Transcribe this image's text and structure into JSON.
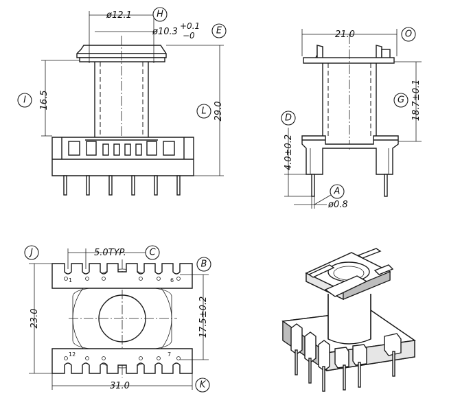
{
  "dimensions": {
    "inner_diameter": "ø12.1",
    "core_diameter": "ø10.3",
    "core_tol_plus": "+0.1",
    "core_tol_minus": "−0",
    "height_upper": "16.5",
    "height_total": "29.0",
    "top_width": "21.0",
    "side_height": "18.7±0.1",
    "pin_length": "4.0±0.2",
    "pin_diameter": "ø0.8",
    "pin_pitch": "5.0TYP.",
    "row_spacing": "17.5±0.2",
    "depth": "23.0",
    "base_width": "31.0"
  },
  "callouts": [
    "A",
    "B",
    "C",
    "D",
    "E",
    "G",
    "H",
    "I",
    "J",
    "K",
    "L",
    "O"
  ],
  "pin_numbers": {
    "top_row_left": "1",
    "top_row_right": "6",
    "bottom_row_left": "12",
    "bottom_row_right": "7"
  }
}
